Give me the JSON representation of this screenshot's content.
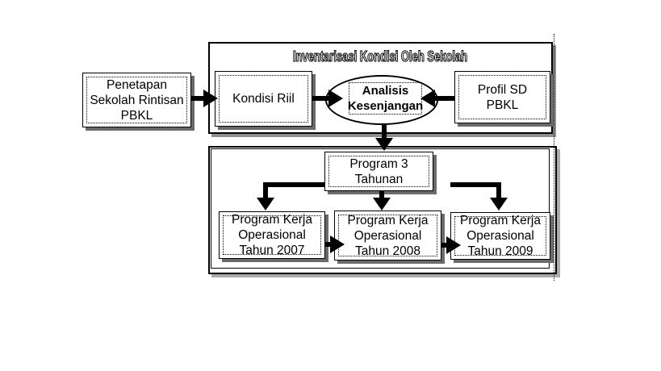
{
  "diagram": {
    "upper_container": {
      "title": "Inventarisasi Kondisi Oleh Sekolah"
    },
    "nodes": {
      "penetapan": {
        "label": "Penetapan\nSekolah Rintisan\nPBKL"
      },
      "kondisi_riil": {
        "label": "Kondisi Riil"
      },
      "analisis_kesenjangan": {
        "label": "Analisis\nKesenjangan"
      },
      "profil_sd_pbkl": {
        "label": "Profil SD\nPBKL"
      },
      "program_3_tahunan": {
        "label": "Program 3\nTahunan"
      },
      "pko_2007": {
        "label": "Program Kerja\nOperasional\nTahun 2007"
      },
      "pko_2008": {
        "label": "Program Kerja\nOperasional\nTahun 2008"
      },
      "pko_2009": {
        "label": "Program Kerja\nOperasional\nTahun 2009"
      }
    },
    "colors": {
      "border": "#000000",
      "node_shadow": "#6a6a6a",
      "container_shadow": "#ababab",
      "background": "#ffffff"
    }
  }
}
